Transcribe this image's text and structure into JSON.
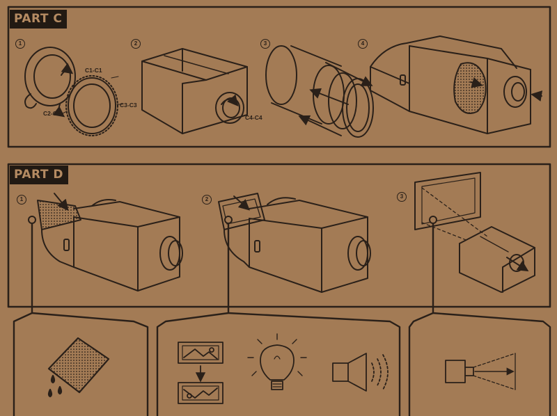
{
  "sections": [
    {
      "title": "PART C",
      "steps": [
        "1",
        "2",
        "3",
        "4"
      ],
      "callouts": [
        "C1-C1",
        "C2-C2",
        "C3-C3",
        "C4-C4"
      ]
    },
    {
      "title": "PART D",
      "steps": [
        "1",
        "2",
        "3"
      ]
    }
  ],
  "icons": {
    "panel1": [
      "wet-card-icon"
    ],
    "panel2": [
      "image-flip-icon",
      "light-bulb-icon",
      "speaker-icon"
    ],
    "panel3": [
      "projector-distance-icon"
    ]
  },
  "colors": {
    "cardboard": "#a37b55",
    "ink": "#2a2019",
    "label_bg": "#221a13"
  }
}
